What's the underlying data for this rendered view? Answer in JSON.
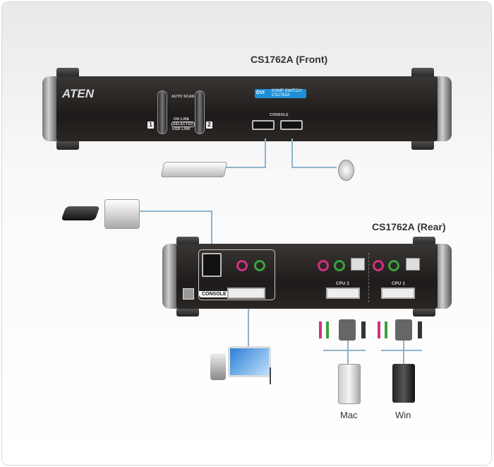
{
  "front": {
    "title": "CS1762A (Front)",
    "brand": "ATEN",
    "badge_dvi": "DVI",
    "badge_type": "KVMP SWITCH",
    "badge_model": "CS1762A",
    "auto_scan": "AUTO SCAN",
    "on_line": "ON LINE",
    "selected": "SELECTED",
    "usb_link": "USB LINK",
    "port1": "1",
    "port2": "2",
    "console": "CONSOLE"
  },
  "rear": {
    "title": "CS1762A (Rear)",
    "console": "CONSOLE",
    "cpu2": "CPU 2",
    "cpu1": "CPU 1"
  },
  "computers": {
    "mac": "Mac",
    "win": "Win"
  },
  "colors": {
    "cable": "#8fb3cc",
    "mic_jack": "#d0307f",
    "speaker_jack": "#3aa33a",
    "dvi_badge": "#1e8fd6"
  }
}
